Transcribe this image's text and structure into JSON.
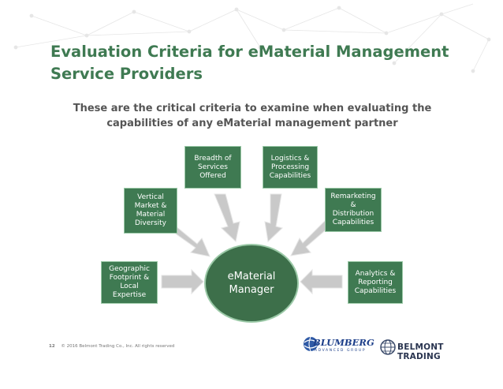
{
  "slide": {
    "title": "Evaluation Criteria for eMaterial Management Service Providers",
    "subtitle": "These are the critical criteria to examine when evaluating the capabilities of any eMaterial management partner"
  },
  "diagram": {
    "center_label": "eMaterial\nManager",
    "criteria": [
      {
        "id": "geographic",
        "label": "Geographic\nFootprint &\nLocal\nExpertise"
      },
      {
        "id": "vertical",
        "label": "Vertical\nMarket &\nMaterial\nDiversity"
      },
      {
        "id": "breadth",
        "label": "Breadth of\nServices\nOffered"
      },
      {
        "id": "logistics",
        "label": "Logistics &\nProcessing\nCapabilities"
      },
      {
        "id": "remarketing",
        "label": "Remarketing\n&\nDistribution\nCapabilities"
      },
      {
        "id": "analytics",
        "label": "Analytics &\nReporting\nCapabilities"
      }
    ]
  },
  "footer": {
    "page_number": "12",
    "copyright": "© 2016 Belmont Trading Co., Inc. All rights reserved"
  },
  "logos": {
    "blumberg_text": "BLUMBERG",
    "blumberg_sub": "ADVANCED GROUP",
    "belmont_text": "BELMONT TRADING"
  },
  "colors": {
    "primary_green": "#3f7a52",
    "arrow_gray": "#c9c9c9",
    "text_gray": "#555555"
  }
}
